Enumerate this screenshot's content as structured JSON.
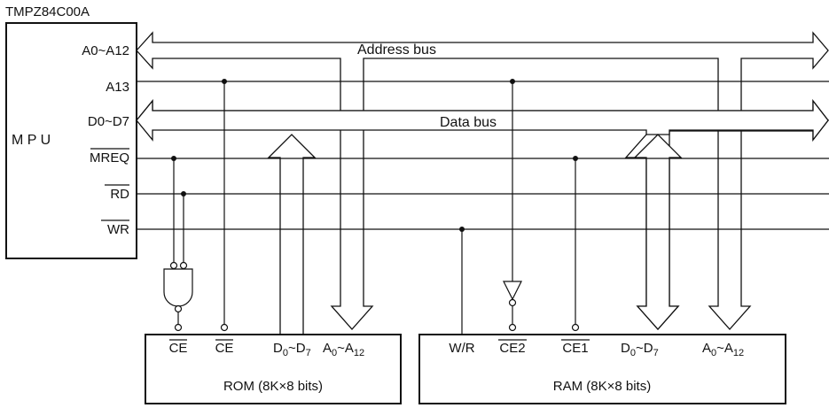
{
  "chip_name": "TMPZ84C00A",
  "mpu": {
    "label": "M P U",
    "pins": {
      "addr": "A0~A12",
      "a13": "A13",
      "data": "D0~D7",
      "mreq": "MREQ",
      "rd": "RD",
      "wr": "WR"
    }
  },
  "buses": {
    "address": "Address bus",
    "data": "Data bus"
  },
  "rom": {
    "title": "ROM (8K×8 bits)",
    "pins": {
      "ce_a": "CE",
      "ce_b": "CE",
      "data_base": "D",
      "data_sub0": "0",
      "data_sep": "~D",
      "data_sub7": "7",
      "addr_base": "A",
      "addr_sub0": "0",
      "addr_sep": "~A",
      "addr_sub12": "12"
    }
  },
  "ram": {
    "title": "RAM (8K×8 bits)",
    "pins": {
      "wr": "W/R",
      "ce2": "CE2",
      "ce1": "CE1",
      "data_base": "D",
      "data_sub0": "0",
      "data_sep": "~D",
      "data_sub7": "7",
      "addr_base": "A",
      "addr_sub0": "0",
      "addr_sep": "~A",
      "addr_sub12": "12"
    }
  }
}
